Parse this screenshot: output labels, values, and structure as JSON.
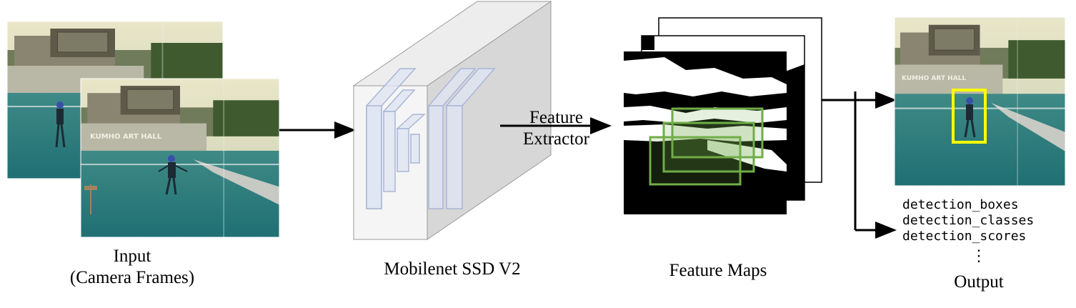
{
  "input": {
    "label_line1": "Input",
    "label_line2": "(Camera Frames)",
    "frame_sign_text": "KUMHO ART HALL"
  },
  "model": {
    "label": "Mobilenet SSD V2"
  },
  "extractor": {
    "label_line1": "Feature",
    "label_line2": "Extractor"
  },
  "feature_maps": {
    "label": "Feature Maps",
    "box_color": "#70ad47"
  },
  "output": {
    "label": "Output",
    "detection_box_color": "#ffff00",
    "fields": [
      "detection_boxes",
      "detection_classes",
      "detection_scores"
    ],
    "continuation": "⋮"
  }
}
